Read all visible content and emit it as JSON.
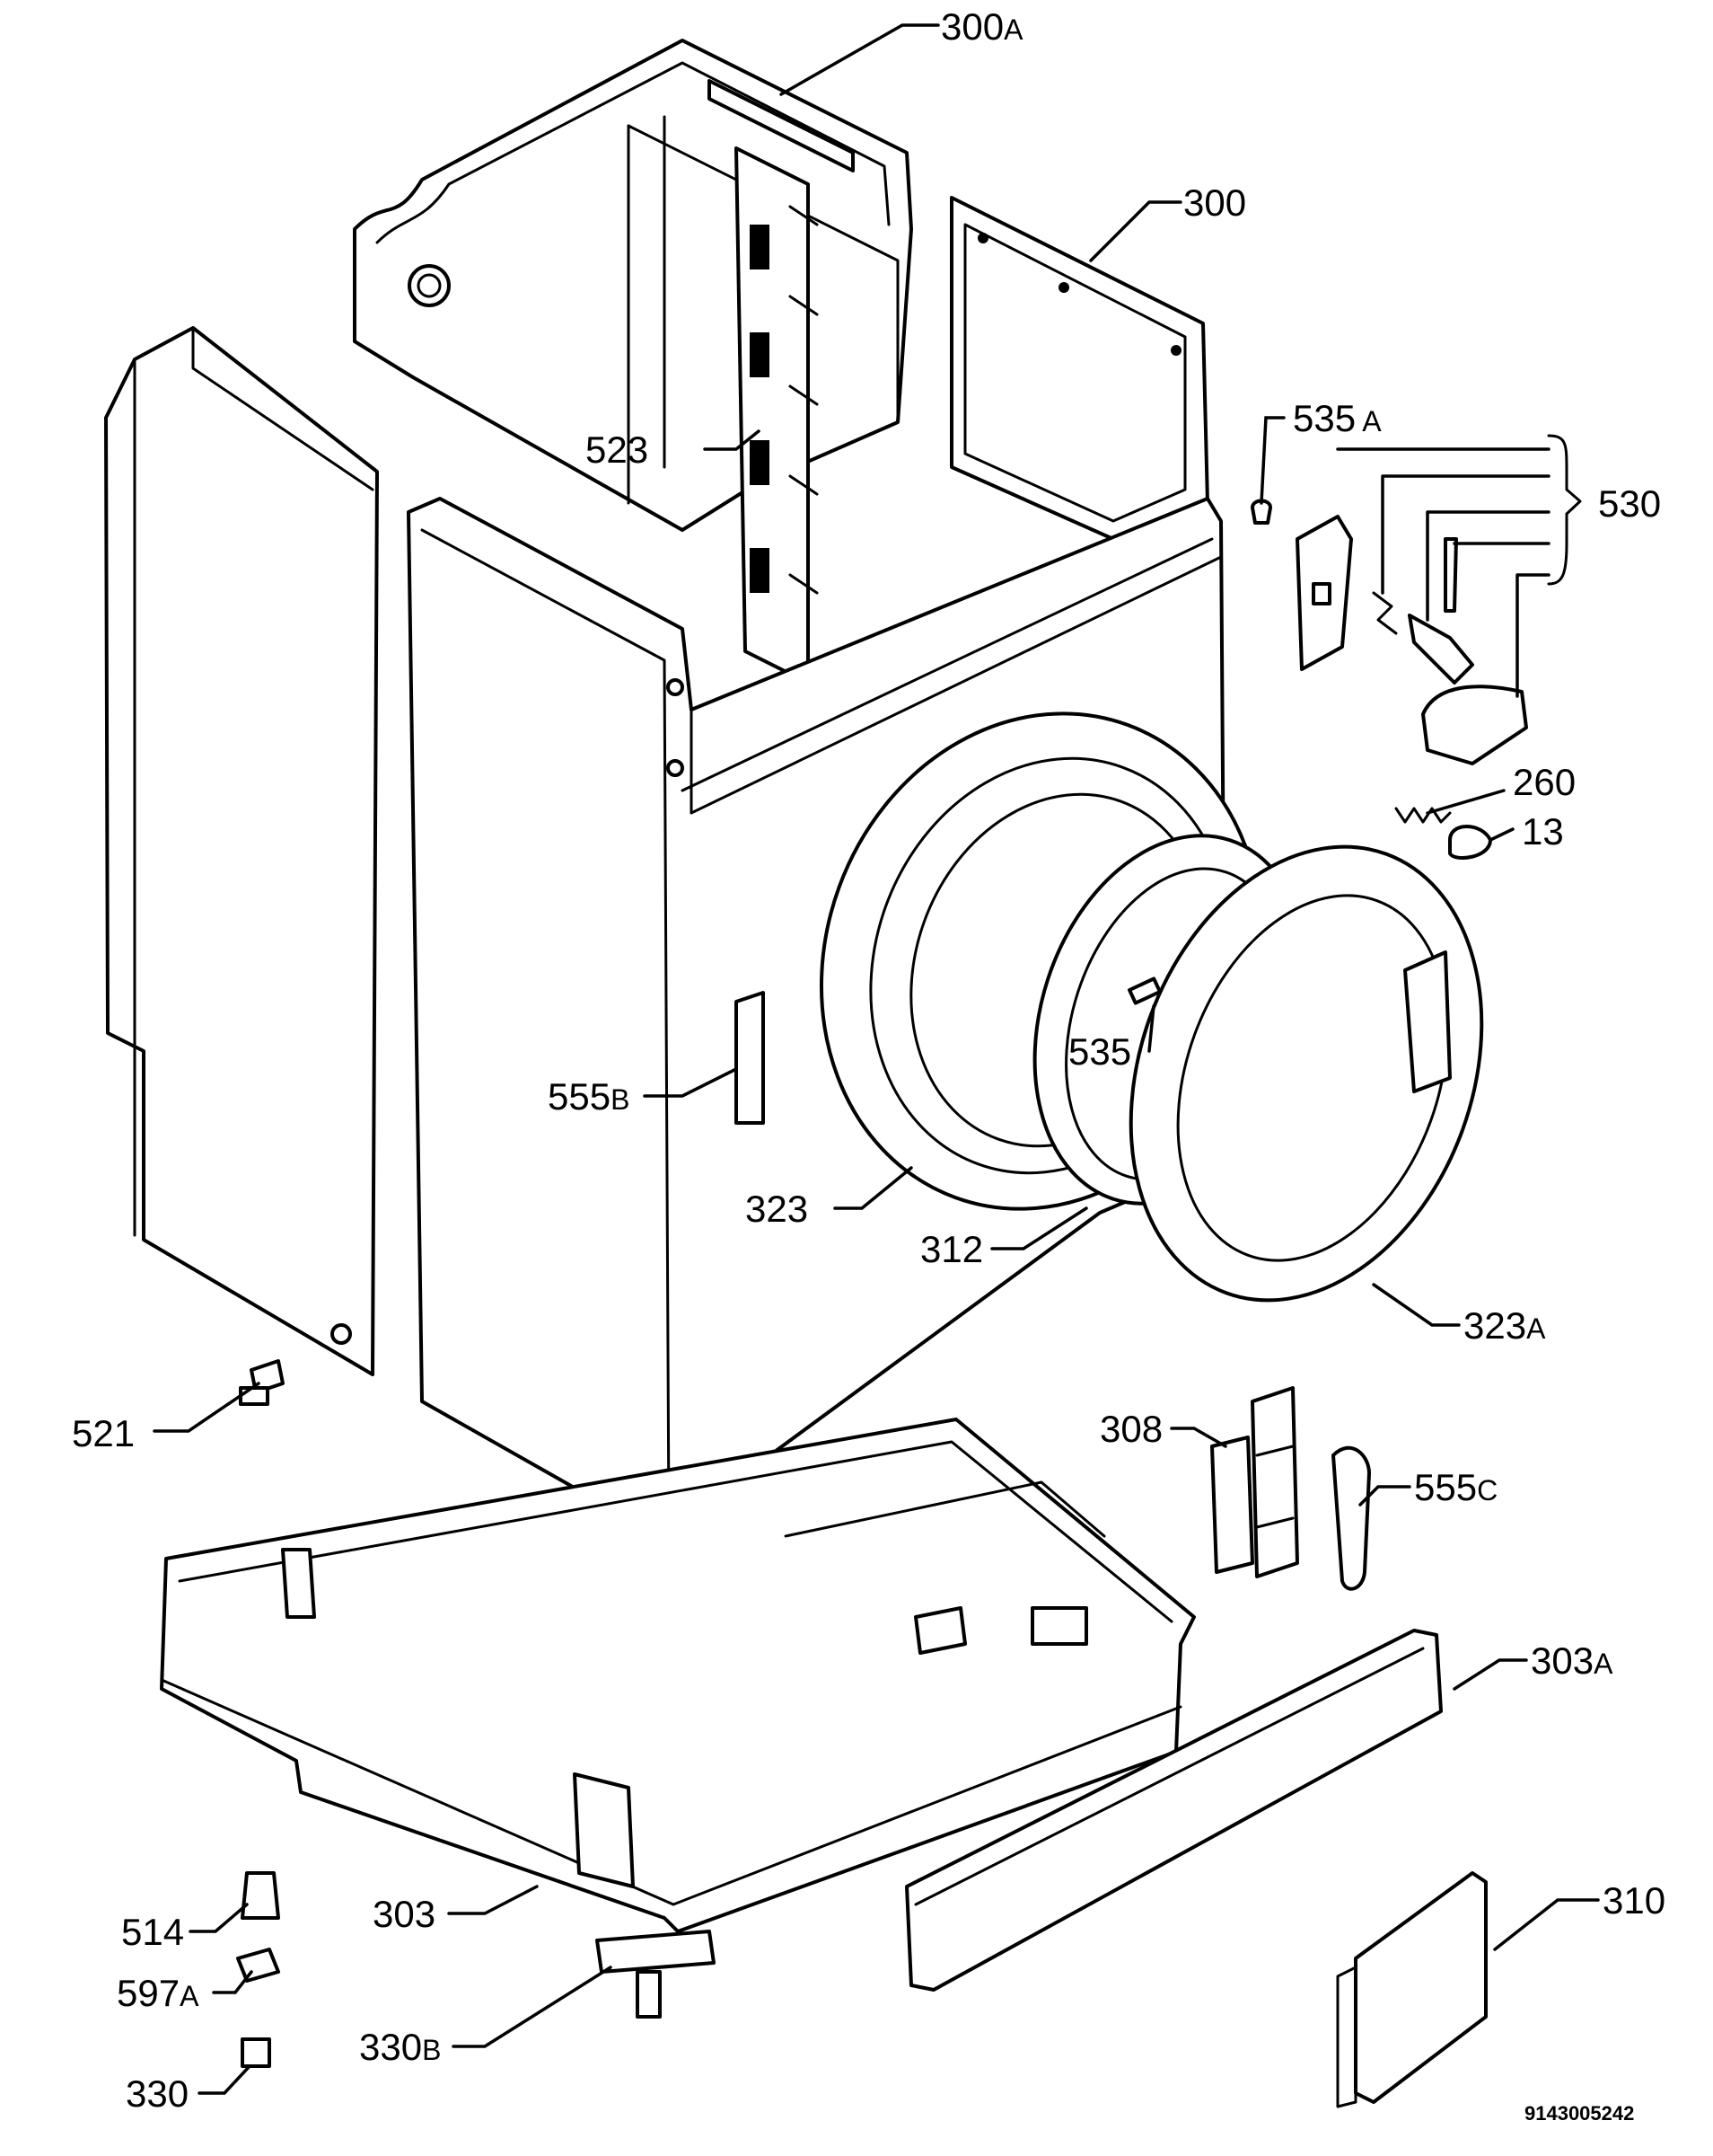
{
  "callouts": [
    {
      "id": "c300a",
      "num": "300",
      "suffix": "A"
    },
    {
      "id": "c300",
      "num": "300",
      "suffix": ""
    },
    {
      "id": "c535a",
      "num": "535",
      "suffix": " A"
    },
    {
      "id": "c530",
      "num": "530",
      "suffix": ""
    },
    {
      "id": "c523",
      "num": "523",
      "suffix": ""
    },
    {
      "id": "c260",
      "num": "260",
      "suffix": ""
    },
    {
      "id": "c13",
      "num": "13",
      "suffix": ""
    },
    {
      "id": "c535",
      "num": "535",
      "suffix": ""
    },
    {
      "id": "c555b",
      "num": "555",
      "suffix": "B"
    },
    {
      "id": "c323",
      "num": "323",
      "suffix": ""
    },
    {
      "id": "c312",
      "num": "312",
      "suffix": ""
    },
    {
      "id": "c323a",
      "num": "323",
      "suffix": "A"
    },
    {
      "id": "c521",
      "num": "521",
      "suffix": ""
    },
    {
      "id": "c308",
      "num": "308",
      "suffix": ""
    },
    {
      "id": "c555c",
      "num": "555",
      "suffix": "C"
    },
    {
      "id": "c303a",
      "num": "303",
      "suffix": "A"
    },
    {
      "id": "c310",
      "num": "310",
      "suffix": ""
    },
    {
      "id": "c514",
      "num": "514",
      "suffix": ""
    },
    {
      "id": "c303",
      "num": "303",
      "suffix": ""
    },
    {
      "id": "c597a",
      "num": "597",
      "suffix": "A"
    },
    {
      "id": "c330b",
      "num": "330",
      "suffix": "B"
    },
    {
      "id": "c330",
      "num": "330",
      "suffix": ""
    }
  ],
  "drawing_code": "9143005242"
}
